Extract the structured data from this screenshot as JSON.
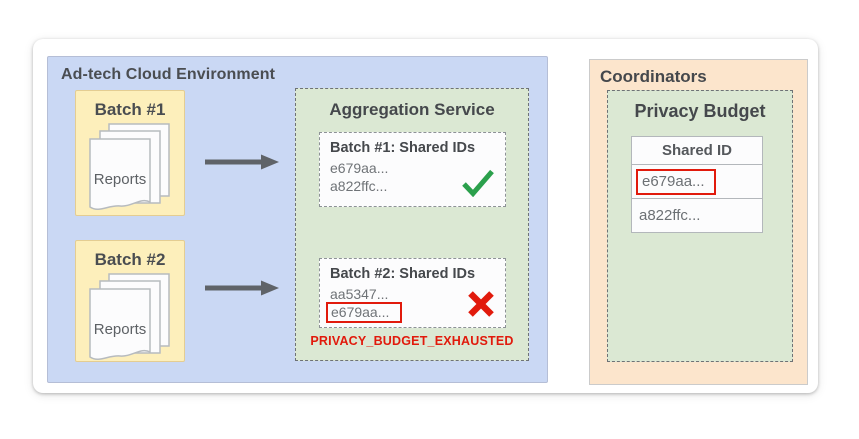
{
  "colors": {
    "env_blue": "#cad8f4",
    "batch_yellow": "#fdefbb",
    "service_green": "#dbe8d3",
    "coordinator_peach": "#fce5cc",
    "success_green": "#2ba04c",
    "error_red": "#e11a0c",
    "ink_dark": "#45484c",
    "ink_gray": "#6f7377"
  },
  "adtech": {
    "title": "Ad-tech Cloud Environment",
    "batches": [
      {
        "label": "Batch #1",
        "doc_label": "Reports"
      },
      {
        "label": "Batch #2",
        "doc_label": "Reports"
      }
    ],
    "aggregation_service": {
      "title": "Aggregation Service",
      "results": [
        {
          "heading": "Batch #1: Shared IDs",
          "ids": [
            "e679aa...",
            "a822ffc..."
          ],
          "status": "success",
          "status_icon": "check-icon"
        },
        {
          "heading": "Batch #2: Shared IDs",
          "ids": [
            "aa5347...",
            "e679aa..."
          ],
          "highlighted_id": "e679aa...",
          "status": "failure",
          "status_icon": "x-icon",
          "error": "PRIVACY_BUDGET_EXHAUSTED"
        }
      ]
    }
  },
  "coordinators": {
    "title": "Coordinators",
    "privacy_budget": {
      "title": "Privacy Budget",
      "table": {
        "header": "Shared ID",
        "rows": [
          {
            "value": "e679aa...",
            "highlighted": true
          },
          {
            "value": "a822ffc...",
            "highlighted": false
          }
        ]
      }
    }
  }
}
